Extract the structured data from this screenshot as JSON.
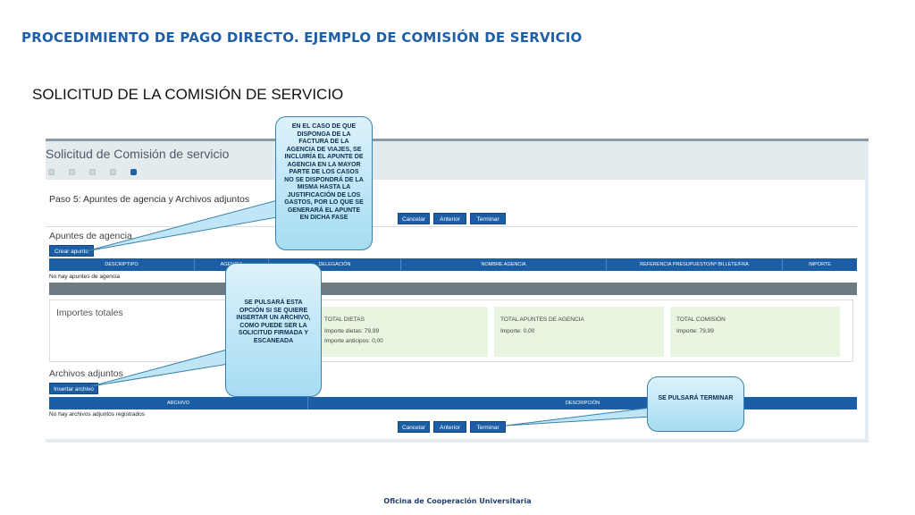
{
  "slide": {
    "title": "PROCEDIMIENTO DE PAGO DIRECTO. EJEMPLO DE COMISIÓN DE SERVICIO",
    "subtitle": "SOLICITUD DE LA COMISIÓN DE SERVICIO",
    "footer": "Oficina de Cooperación Universitaria"
  },
  "app": {
    "window_title": "Solicitud de Comisión de servicio",
    "step_title": "Paso 5: Apuntes de agencia y Archivos adjuntos",
    "buttons": {
      "cancel": "Cancelar",
      "previous": "Anterior",
      "finish": "Terminar"
    },
    "agency": {
      "section_title": "Apuntes de agencia",
      "create_button": "Crear apunte",
      "columns": [
        "DESCRIPTIPO",
        "AGENCIA",
        "DELEGACIÓN",
        "NOMBRE AGENCIA",
        "REFERENCIA PRESUPUESTO/Nº BILLETE/FRA",
        "IMPORTE"
      ],
      "empty": "No hay apuntes de agencia"
    },
    "totals": {
      "section_title": "Importes totales",
      "cards": [
        {
          "title": "TOTAL DIETAS",
          "lines": [
            "Importe dietas: 79,99",
            "Importe anticipos: 0,00"
          ]
        },
        {
          "title": "TOTAL APUNTES DE AGENCIA",
          "lines": [
            "Importe: 0,00"
          ]
        },
        {
          "title": "TOTAL COMISIÓN",
          "lines": [
            "Importe: 79,99"
          ]
        }
      ]
    },
    "attachments": {
      "section_title": "Archivos adjuntos",
      "insert_button": "Insertar archivo",
      "columns": [
        "ARCHIVO",
        "DESCRIPCIÓN"
      ],
      "empty": "No hay archivos adjuntos registrados"
    }
  },
  "callouts": {
    "agency_note": "EN EL CASO DE QUE DISPONGA DE LA FACTURA DE LA AGENCIA DE VIAJES, SE INCLUIRÍA EL APUNTE DE AGENCIA EN LA MAYOR PARTE DE LOS CASOS NO SE DISPONDRÁ DE LA MISMA HASTA LA JUSTIFICACIÓN DE LOS GASTOS, POR LO QUE SE GENERARÁ EL APUNTE EN DICHA FASE",
    "file_note": "SE PULSARÁ ESTA OPCIÓN SI SE QUIERE INSERTAR UN ARCHIVO, COMO PUEDE SER LA SOLICITUD FIRMADA Y ESCANEADA",
    "finish_note": "SE PULSARÁ TERMINAR"
  },
  "colors": {
    "primary": "#1b5ea6",
    "title": "#1f5fa8",
    "card": "#e8f5e0",
    "callout": "#a6dcf2"
  }
}
